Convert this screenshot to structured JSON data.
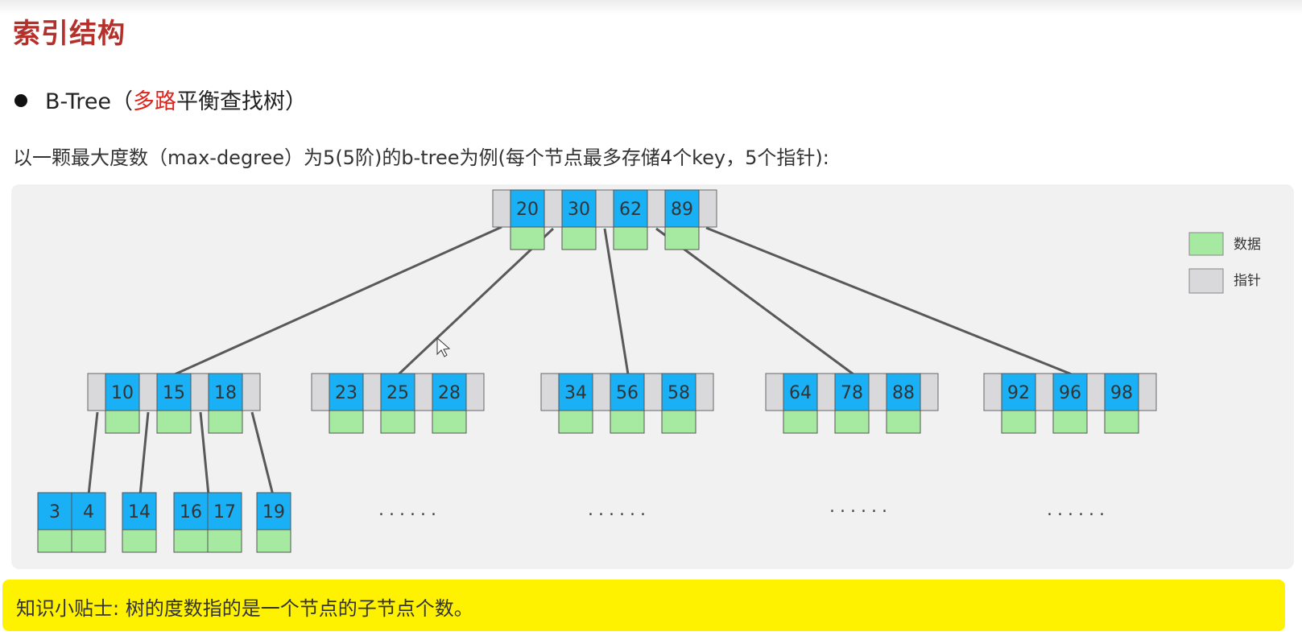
{
  "title": "索引结构",
  "bullet": {
    "prefix": "B-Tree（",
    "highlight": "多路",
    "suffix": "平衡查找树）"
  },
  "description": "以一颗最大度数（max-degree）为5(5阶)的b-tree为例(每个节点最多存储4个key，5个指针):",
  "tree": {
    "root": {
      "keys": [
        "20",
        "30",
        "62",
        "89"
      ]
    },
    "level1": [
      {
        "keys": [
          "10",
          "15",
          "18"
        ]
      },
      {
        "keys": [
          "23",
          "25",
          "28"
        ]
      },
      {
        "keys": [
          "34",
          "56",
          "58"
        ]
      },
      {
        "keys": [
          "64",
          "78",
          "88"
        ]
      },
      {
        "keys": [
          "92",
          "96",
          "98"
        ]
      }
    ],
    "level2": [
      {
        "keys": [
          "3",
          "4"
        ]
      },
      {
        "keys": [
          "14"
        ]
      },
      {
        "keys": [
          "16",
          "17"
        ]
      },
      {
        "keys": [
          "19"
        ]
      }
    ],
    "ellipsis": "......"
  },
  "legend": {
    "data_label": "数据",
    "pointer_label": "指针"
  },
  "colors": {
    "key": "#1ab0f5",
    "data": "#a6eaa2",
    "pointer": "#d9d9dc",
    "edge": "#595959",
    "tip_bg": "#fff200",
    "title": "#b5302a",
    "accent": "#e0231b"
  },
  "tip": "知识小贴士: 树的度数指的是一个节点的子节点个数。"
}
